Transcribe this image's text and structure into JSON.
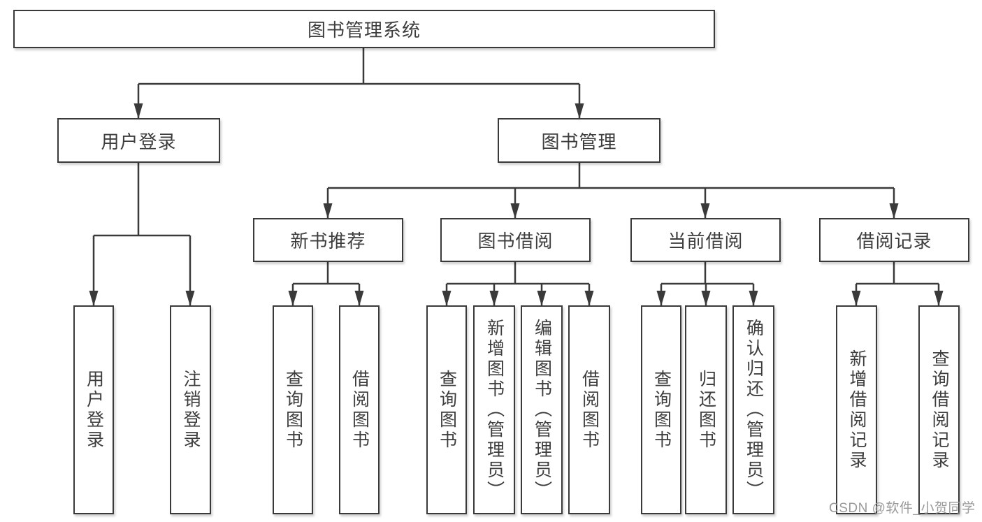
{
  "colors": {
    "line": "#3a3a3a",
    "box_fill": "#ffffff",
    "text": "#3d3d3d",
    "watermark": "#9a9a9a"
  },
  "tree": {
    "root": "图书管理系统",
    "level2": [
      {
        "label": "用户登录",
        "leaves": [
          "用户登录",
          "注销登录"
        ]
      },
      {
        "label": "图书管理",
        "children": [
          {
            "label": "新书推荐",
            "leaves": [
              "查询图书",
              "借阅图书"
            ]
          },
          {
            "label": "图书借阅",
            "leaves": [
              "查询图书",
              "新增图书（管理员）",
              "编辑图书（管理员）",
              "借阅图书"
            ]
          },
          {
            "label": "当前借阅",
            "leaves": [
              "查询图书",
              "归还图书",
              "确认归还（管理员）"
            ]
          },
          {
            "label": "借阅记录",
            "leaves": [
              "新增借阅记录",
              "查询借阅记录"
            ]
          }
        ]
      }
    ]
  },
  "watermark": {
    "text": "CSDN @软件_小贺同学"
  }
}
